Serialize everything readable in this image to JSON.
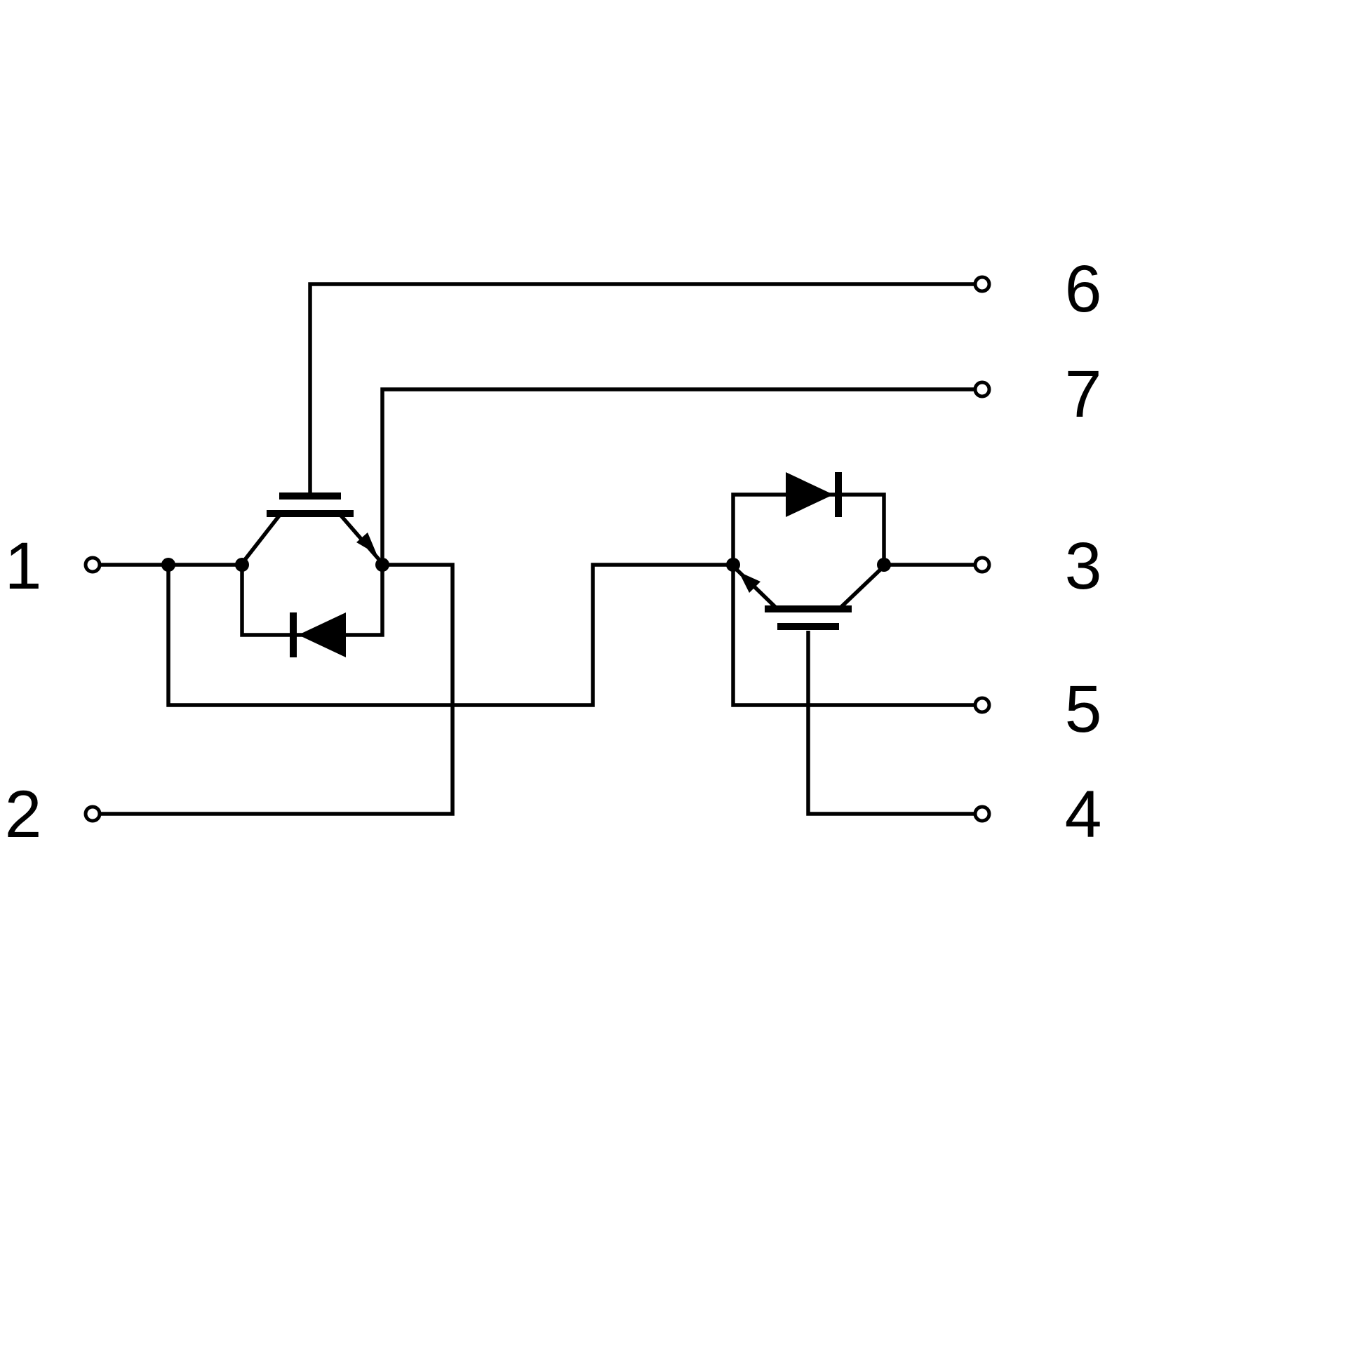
{
  "diagram": {
    "kind": "circuit-schematic",
    "subject": "dual-igbt-module-with-antiparallel-diodes",
    "terminals": {
      "t1": "1",
      "t2": "2",
      "t3": "3",
      "t4": "4",
      "t5": "5",
      "t6": "6",
      "t7": "7"
    },
    "components": {
      "igbt1": "igbt-gate-top",
      "diode1": "antiparallel-diode-cathode-left",
      "igbt2": "igbt-gate-bottom",
      "diode2": "antiparallel-diode-cathode-right"
    },
    "colors": {
      "line": "#000000",
      "background": "#ffffff"
    }
  }
}
